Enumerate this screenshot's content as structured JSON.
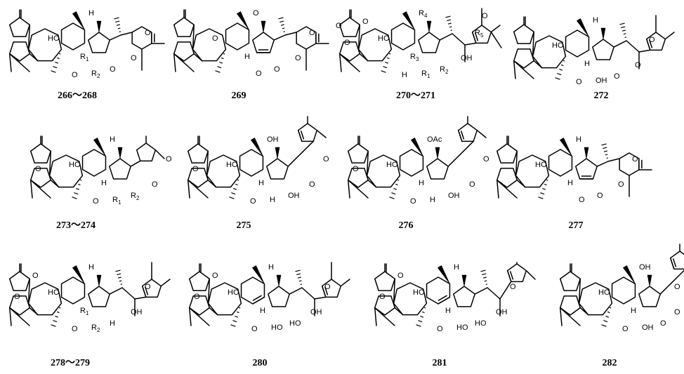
{
  "compounds": [
    {
      "label": "266～268",
      "substituents": [
        "HO",
        "H",
        "R1",
        "R2",
        "O",
        "O",
        "O",
        "O"
      ]
    },
    {
      "label": "269",
      "substituents": [
        "O",
        "O",
        "H",
        "O",
        "O",
        "O",
        "O"
      ]
    },
    {
      "label": "270～271",
      "substituents": [
        "HO",
        "R4",
        "R3",
        "R1",
        "R2",
        "OH",
        "R5",
        "H",
        "O",
        "O",
        "O",
        "O"
      ]
    },
    {
      "label": "272",
      "substituents": [
        "HO",
        "H",
        "H",
        "OH",
        "O",
        "O",
        "O",
        "O"
      ]
    },
    {
      "label": "273～274",
      "substituents": [
        "HO",
        "H",
        "H",
        "R1",
        "R2",
        "O",
        "O",
        "O",
        "O"
      ]
    },
    {
      "label": "275",
      "substituents": [
        "HO",
        "OH",
        "H",
        "H",
        "OH",
        "O",
        "O",
        "O",
        "O"
      ]
    },
    {
      "label": "276",
      "substituents": [
        "HO",
        "OAc",
        "H",
        "H",
        "OH",
        "O",
        "O",
        "O",
        "O"
      ]
    },
    {
      "label": "277",
      "substituents": [
        "HO",
        "H",
        "H",
        "O",
        "O",
        "O",
        "O"
      ]
    },
    {
      "label": "278～279",
      "substituents": [
        "HO",
        "H",
        "R1",
        "R2",
        "H",
        "OH",
        "O",
        "O",
        "O",
        "O"
      ]
    },
    {
      "label": "280",
      "substituents": [
        "HO",
        "H",
        "H",
        "HO",
        "HO",
        "OH",
        "O",
        "O",
        "O",
        "O"
      ]
    },
    {
      "label": "281",
      "substituents": [
        "HO",
        "H",
        "H",
        "HO",
        "HO",
        "OH",
        "O",
        "O",
        "O",
        "O"
      ]
    },
    {
      "label": "282",
      "substituents": [
        "HO",
        "OH",
        "H",
        "OH",
        "O",
        "O",
        "O",
        "O"
      ]
    }
  ]
}
